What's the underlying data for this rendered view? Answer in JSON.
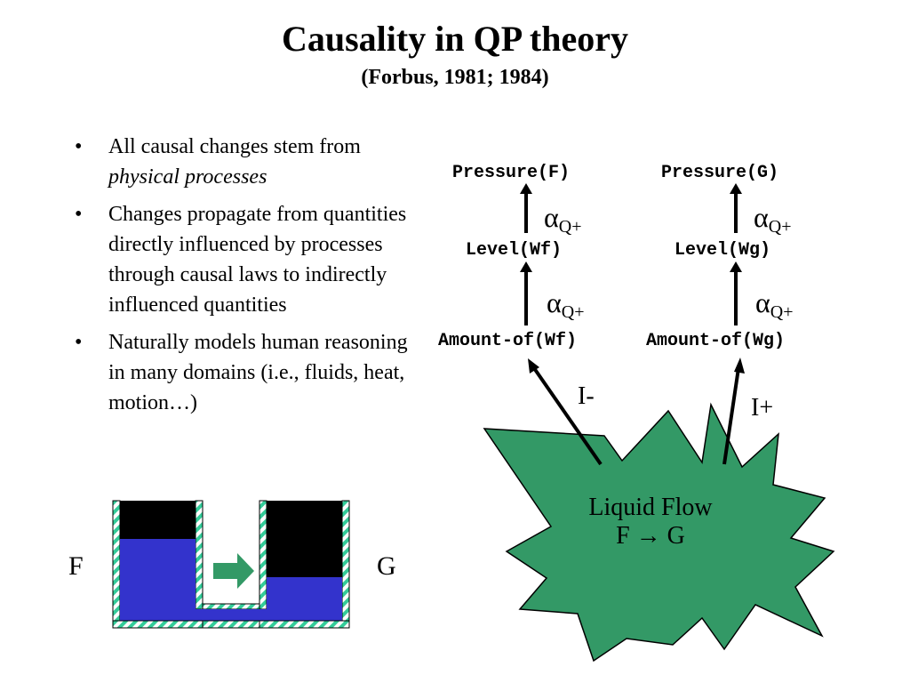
{
  "slide": {
    "title": "Causality in QP theory",
    "subtitle": "(Forbus, 1981; 1984)"
  },
  "bullets": [
    {
      "marker": "•",
      "pre": "All causal changes stem from ",
      "emph": "physical processes",
      "post": ""
    },
    {
      "marker": "•",
      "pre": "Changes propagate from quantities directly influenced by processes through causal laws to indirectly influenced quantities",
      "emph": "",
      "post": ""
    },
    {
      "marker": "•",
      "pre": "Naturally models human reasoning in many domains (i.e., fluids, heat, motion…)",
      "emph": "",
      "post": ""
    }
  ],
  "diagram": {
    "pressure_f": "Pressure(F)",
    "pressure_g": "Pressure(G)",
    "level_f": "Level(Wf)",
    "level_g": "Level(Wg)",
    "amount_f": "Amount-of(Wf)",
    "amount_g": "Amount-of(Wg)",
    "alpha_symbol": "α",
    "alpha_sub": "Q+",
    "influence_f": "I-",
    "influence_g": "I+",
    "process_line1": "Liquid Flow",
    "process_line2": "F → G"
  },
  "tanks": {
    "label_f": "F",
    "label_g": "G"
  },
  "colors": {
    "water": "#3333cc",
    "star_fill": "#339966",
    "arrow_fill": "#339966",
    "hatch": "#33cc99"
  }
}
